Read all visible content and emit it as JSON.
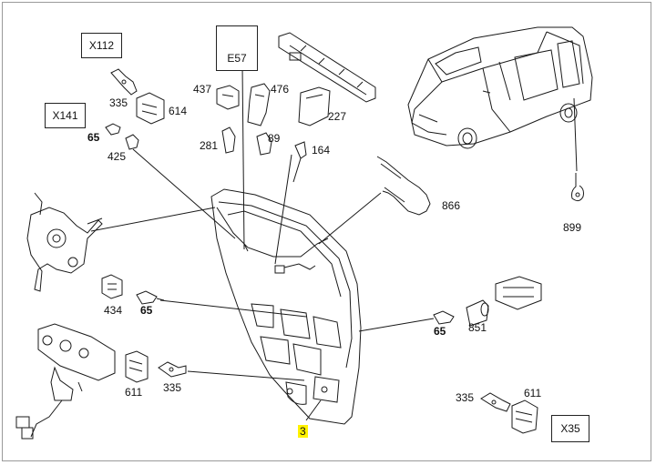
{
  "connectors": {
    "x112": "X112",
    "x141": "X141",
    "e57": "E57",
    "x35": "X35"
  },
  "parts": {
    "p335_top": "335",
    "p614": "614",
    "p65_left": "65",
    "p425": "425",
    "p437": "437",
    "p476": "476",
    "p281": "281",
    "p89": "89",
    "p164": "164",
    "p227": "227",
    "p866": "866",
    "p899": "899",
    "p434": "434",
    "p65_mid": "65",
    "p65_right": "65",
    "p851": "851",
    "p611_left": "611",
    "p335_mid": "335",
    "p335_right": "335",
    "p611_right": "611",
    "p3": "3"
  },
  "colors": {
    "highlight": "#fff200",
    "line": "#1a1a1a",
    "frame": "#9a9a9a"
  }
}
